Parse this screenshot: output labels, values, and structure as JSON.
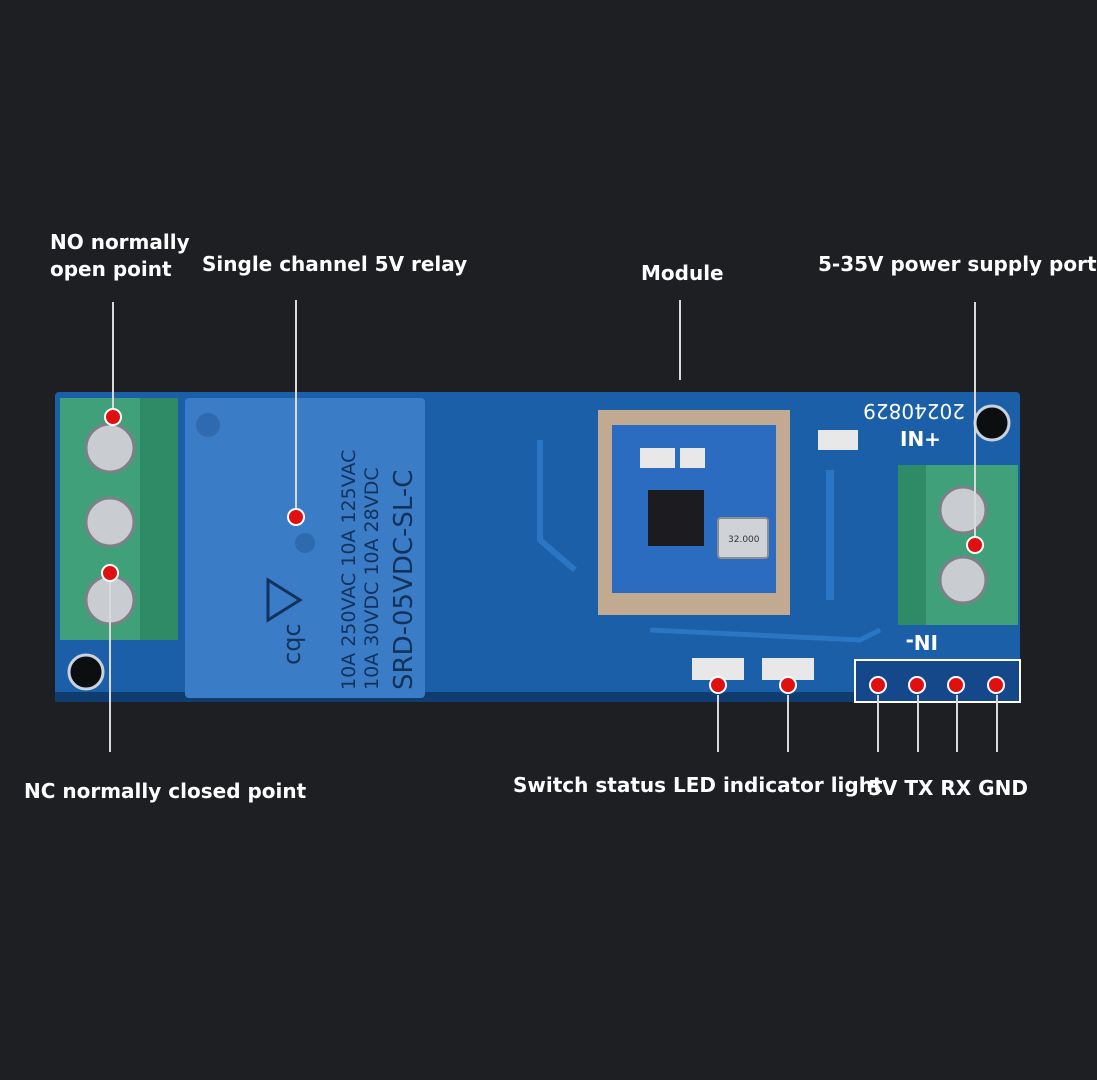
{
  "labels": {
    "no_point": "NO normally\nopen point",
    "relay": "Single channel 5V relay",
    "module": "Module",
    "power_port": "5-35V power supply port",
    "nc_point": "NC normally closed point",
    "led": "Switch status LED indicator light",
    "pins": "5V TX RX GND"
  },
  "board": {
    "date_code": "20240829",
    "in_plus": "IN+",
    "in_minus": "IN-",
    "relay_marking_1": "SRD-05VDC-SL-C",
    "relay_marking_2": "10A 250VAC 10A 125VAC",
    "relay_marking_3": "10A 30VDC 10A 28VDC",
    "relay_brand": "cqc",
    "crystal": "32.000"
  },
  "colors": {
    "background": "#1e1f23",
    "pcb": "#1b5fa8",
    "relay": "#3b7cc6",
    "terminal": "#3fa07a",
    "marker": "#e01010"
  }
}
